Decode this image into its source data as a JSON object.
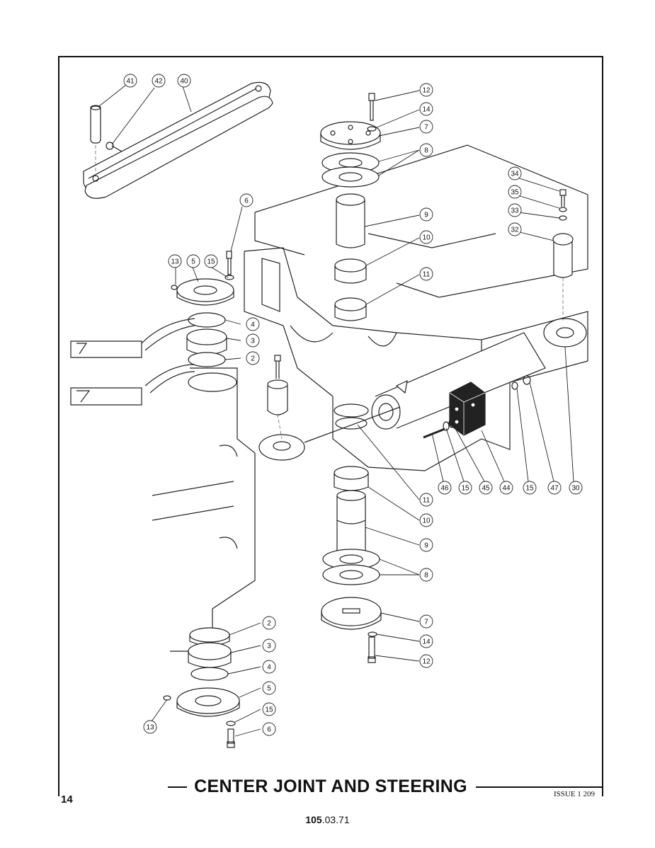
{
  "page": {
    "title": "CENTER JOINT AND STEERING",
    "number": "14",
    "issue": "ISSUE 1 209",
    "doc_number_bold": "105",
    "doc_number_rest": ".03.71"
  },
  "callouts": [
    {
      "id": "c41",
      "label": "41"
    },
    {
      "id": "c42",
      "label": "42"
    },
    {
      "id": "c40",
      "label": "40"
    },
    {
      "id": "c12a",
      "label": "12"
    },
    {
      "id": "c14a",
      "label": "14"
    },
    {
      "id": "c7a",
      "label": "7"
    },
    {
      "id": "c8a",
      "label": "8"
    },
    {
      "id": "c34",
      "label": "34"
    },
    {
      "id": "c35",
      "label": "35"
    },
    {
      "id": "c33",
      "label": "33"
    },
    {
      "id": "c32",
      "label": "32"
    },
    {
      "id": "c6a",
      "label": "6"
    },
    {
      "id": "c9a",
      "label": "9"
    },
    {
      "id": "c10a",
      "label": "10"
    },
    {
      "id": "c11a",
      "label": "11"
    },
    {
      "id": "c13a",
      "label": "13"
    },
    {
      "id": "c5a",
      "label": "5"
    },
    {
      "id": "c15a",
      "label": "15"
    },
    {
      "id": "c4a",
      "label": "4"
    },
    {
      "id": "c3a",
      "label": "3"
    },
    {
      "id": "c2a",
      "label": "2"
    },
    {
      "id": "c46",
      "label": "46"
    },
    {
      "id": "c15b",
      "label": "15"
    },
    {
      "id": "c45",
      "label": "45"
    },
    {
      "id": "c44",
      "label": "44"
    },
    {
      "id": "c15c",
      "label": "15"
    },
    {
      "id": "c47",
      "label": "47"
    },
    {
      "id": "c30",
      "label": "30"
    },
    {
      "id": "c11b",
      "label": "11"
    },
    {
      "id": "c10b",
      "label": "10"
    },
    {
      "id": "c9b",
      "label": "9"
    },
    {
      "id": "c8b",
      "label": "8"
    },
    {
      "id": "c7b",
      "label": "7"
    },
    {
      "id": "c14b",
      "label": "14"
    },
    {
      "id": "c12b",
      "label": "12"
    },
    {
      "id": "c2b",
      "label": "2"
    },
    {
      "id": "c3b",
      "label": "3"
    },
    {
      "id": "c4b",
      "label": "4"
    },
    {
      "id": "c5b",
      "label": "5"
    },
    {
      "id": "c15d",
      "label": "15"
    },
    {
      "id": "c13b",
      "label": "13"
    },
    {
      "id": "c6b",
      "label": "6"
    }
  ]
}
